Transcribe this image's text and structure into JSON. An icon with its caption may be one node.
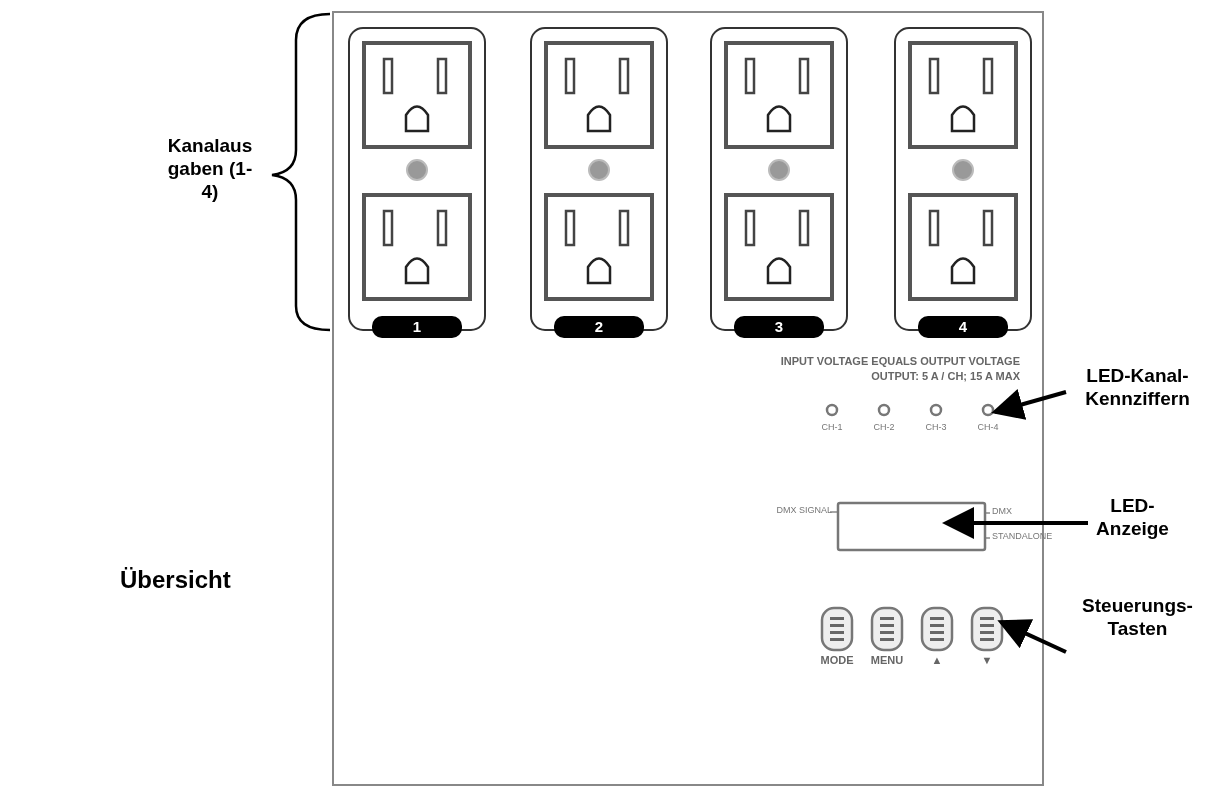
{
  "diagram": {
    "nodes": [
      {
        "text": [
          "LED-Kanal- Kennziffern"
        ]
      },
      {
        "text": [],
        "shape": "circle"
      },
      {
        "text": [
          "LED- Anzeige"
        ]
      },
      {
        "text": [],
        "shape": "box"
      },
      {
        "text": [
          "Steuerungs- Tasten"
        ]
      },
      {
        "text": [],
        "shape": "box",
        "beside": [
          "MODE"
        ]
      },
      {
        "text": [],
        "shape": "box",
        "beside": [
          "MENU"
        ]
      },
      {
        "text": [],
        "shape": "box",
        "beside": [
          "▲"
        ]
      },
      {
        "text": [],
        "shape": "box",
        "beside": [
          "▼"
        ]
      }
    ],
    "edges": [
      {
        "from": 0,
        "to": 1,
        "arrow": "to"
      },
      {
        "from": 2,
        "to": 3,
        "arrow": "to"
      },
      {
        "from": 4,
        "to": 8,
        "arrow": "to"
      }
    ],
    "labels": [
      "Kanalaus gaben (1-4)",
      "1",
      "2",
      "3",
      "4",
      "INPUT VOLTAGE EQUALS OUTPUT VOLTAGE",
      "OUTPUT: 5 A / CH; 15 A MAX",
      "CH-1",
      "CH-2",
      "CH-3",
      "CH-4",
      "DMX SIGNAL",
      "DMX",
      "STANDALONE",
      "Übersicht"
    ]
  }
}
